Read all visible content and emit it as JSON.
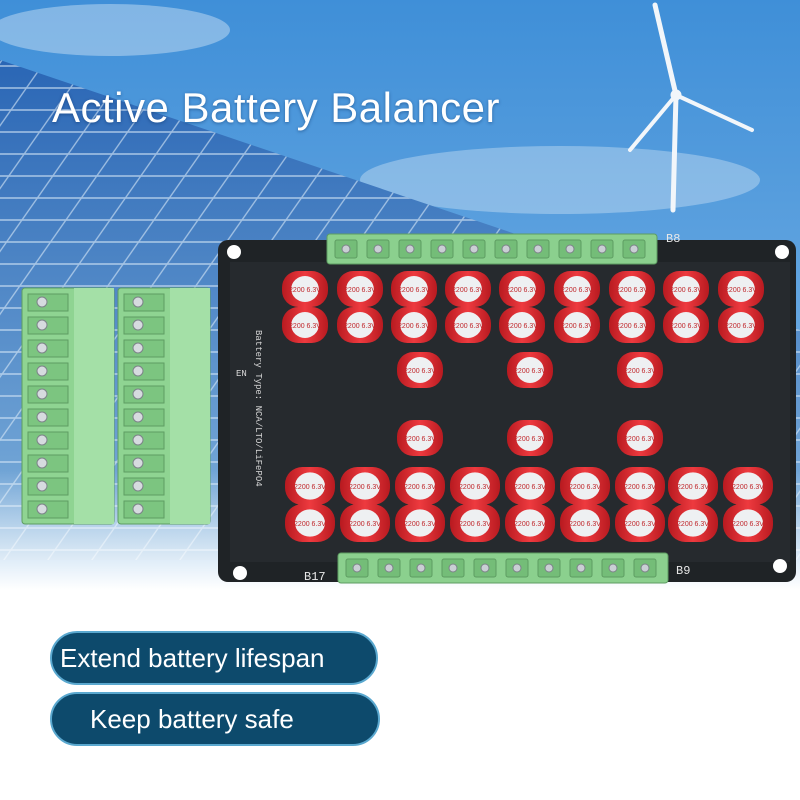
{
  "headline": "Active Battery Balancer",
  "features": [
    "Extend battery lifespan",
    "Keep battery safe"
  ],
  "board": {
    "top_terminal_label": "B8",
    "bottom_left_label": "B17",
    "bottom_right_label": "B9",
    "capacitor_marking": "2200 6.3V"
  },
  "colors": {
    "sky": "#4f9bdc",
    "panel": "#1c4f9c",
    "pcb": "#1f2326",
    "terminal": "#8bd08e",
    "capacitor": "#d9242b",
    "pill": "#0d4a6c"
  }
}
